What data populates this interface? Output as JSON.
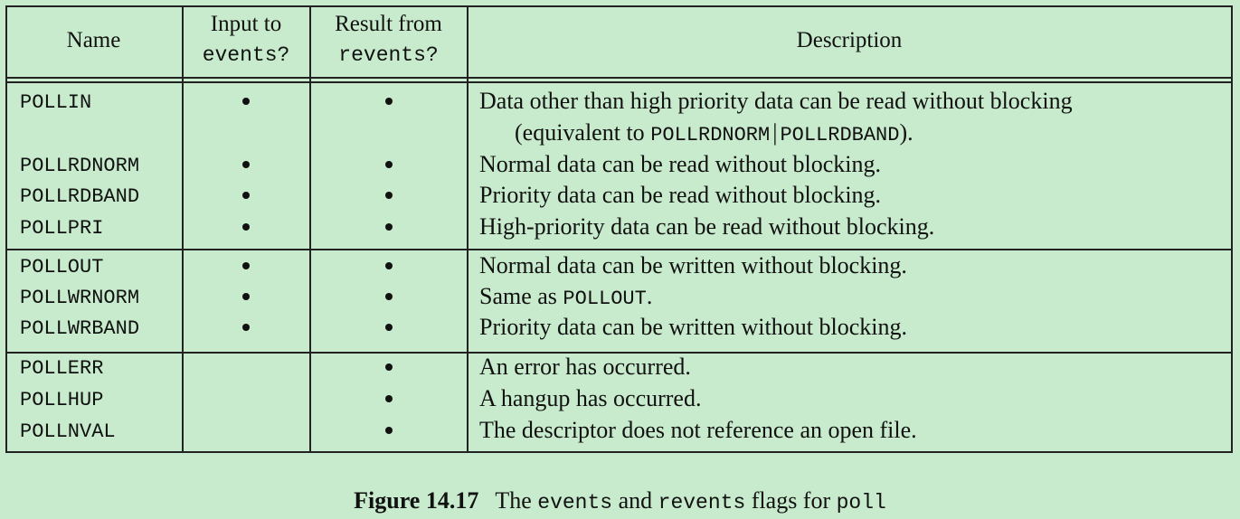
{
  "table": {
    "headers": {
      "name": "Name",
      "input_line1": "Input to",
      "input_line2": "events?",
      "result_line1": "Result from",
      "result_line2": "revents?",
      "description": "Description"
    },
    "groups": [
      [
        {
          "flag": "POLLIN",
          "input": true,
          "result": true,
          "desc": "Data other than high priority data can be read without blocking",
          "desc2_pre": "(equivalent to ",
          "desc2_code1": "POLLRDNORM",
          "desc2_sep": "|",
          "desc2_code2": "POLLRDBAND",
          "desc2_post": ")."
        },
        {
          "flag": "POLLRDNORM",
          "input": true,
          "result": true,
          "desc": "Normal data can be read without blocking."
        },
        {
          "flag": "POLLRDBAND",
          "input": true,
          "result": true,
          "desc": "Priority data can be read without blocking."
        },
        {
          "flag": "POLLPRI",
          "input": true,
          "result": true,
          "desc": "High-priority data can be read without blocking."
        }
      ],
      [
        {
          "flag": "POLLOUT",
          "input": true,
          "result": true,
          "desc": "Normal data can be written without blocking."
        },
        {
          "flag": "POLLWRNORM",
          "input": true,
          "result": true,
          "desc_pre": "Same as ",
          "desc_code": "POLLOUT",
          "desc_post": "."
        },
        {
          "flag": "POLLWRBAND",
          "input": true,
          "result": true,
          "desc": "Priority data can be written without blocking."
        }
      ],
      [
        {
          "flag": "POLLERR",
          "input": false,
          "result": true,
          "desc": "An error has occurred."
        },
        {
          "flag": "POLLHUP",
          "input": false,
          "result": true,
          "desc": "A hangup has occurred."
        },
        {
          "flag": "POLLNVAL",
          "input": false,
          "result": true,
          "desc": "The descriptor does not reference an open file."
        }
      ]
    ]
  },
  "caption": {
    "label": "Figure 14.17",
    "text_pre": "The ",
    "code1": "events",
    "text_mid": " and ",
    "code2": "revents",
    "text_mid2": " flags for ",
    "code3": "poll"
  }
}
